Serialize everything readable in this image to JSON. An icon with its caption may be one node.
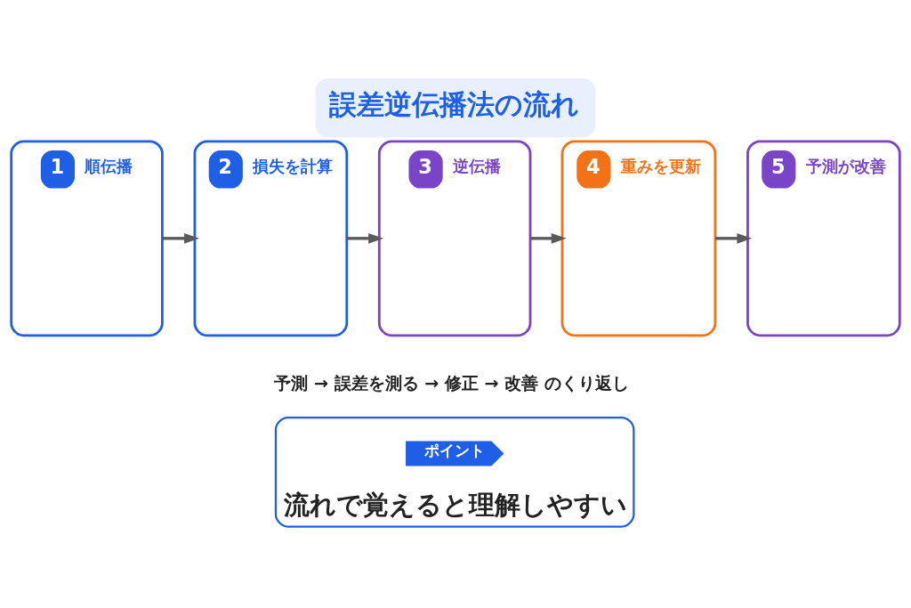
{
  "diagram": {
    "title": "誤差逆伝播法の流れ",
    "nodes": [
      {
        "text": [
          "1",
          "順伝播"
        ]
      },
      {
        "text": [
          "2",
          "損失を計算"
        ]
      },
      {
        "text": [
          "3",
          "逆伝播"
        ]
      },
      {
        "text": [
          "4",
          "重みを更新"
        ]
      },
      {
        "text": [
          "5",
          "予測が改善"
        ]
      },
      {
        "text": [
          "流れで覚えると理解しやすい"
        ]
      },
      {
        "text": [
          "ポイント"
        ],
        "in": 5
      }
    ],
    "edges": [
      {
        "from": 0,
        "to": 1,
        "arrow": "to"
      },
      {
        "from": 1,
        "to": 2,
        "arrow": "to"
      },
      {
        "from": 2,
        "to": 3,
        "arrow": "to"
      },
      {
        "from": 3,
        "to": 4,
        "arrow": "to"
      }
    ],
    "labels": [
      "予測 → 誤差を測る → 修正 → 改善 のくり返し"
    ]
  }
}
